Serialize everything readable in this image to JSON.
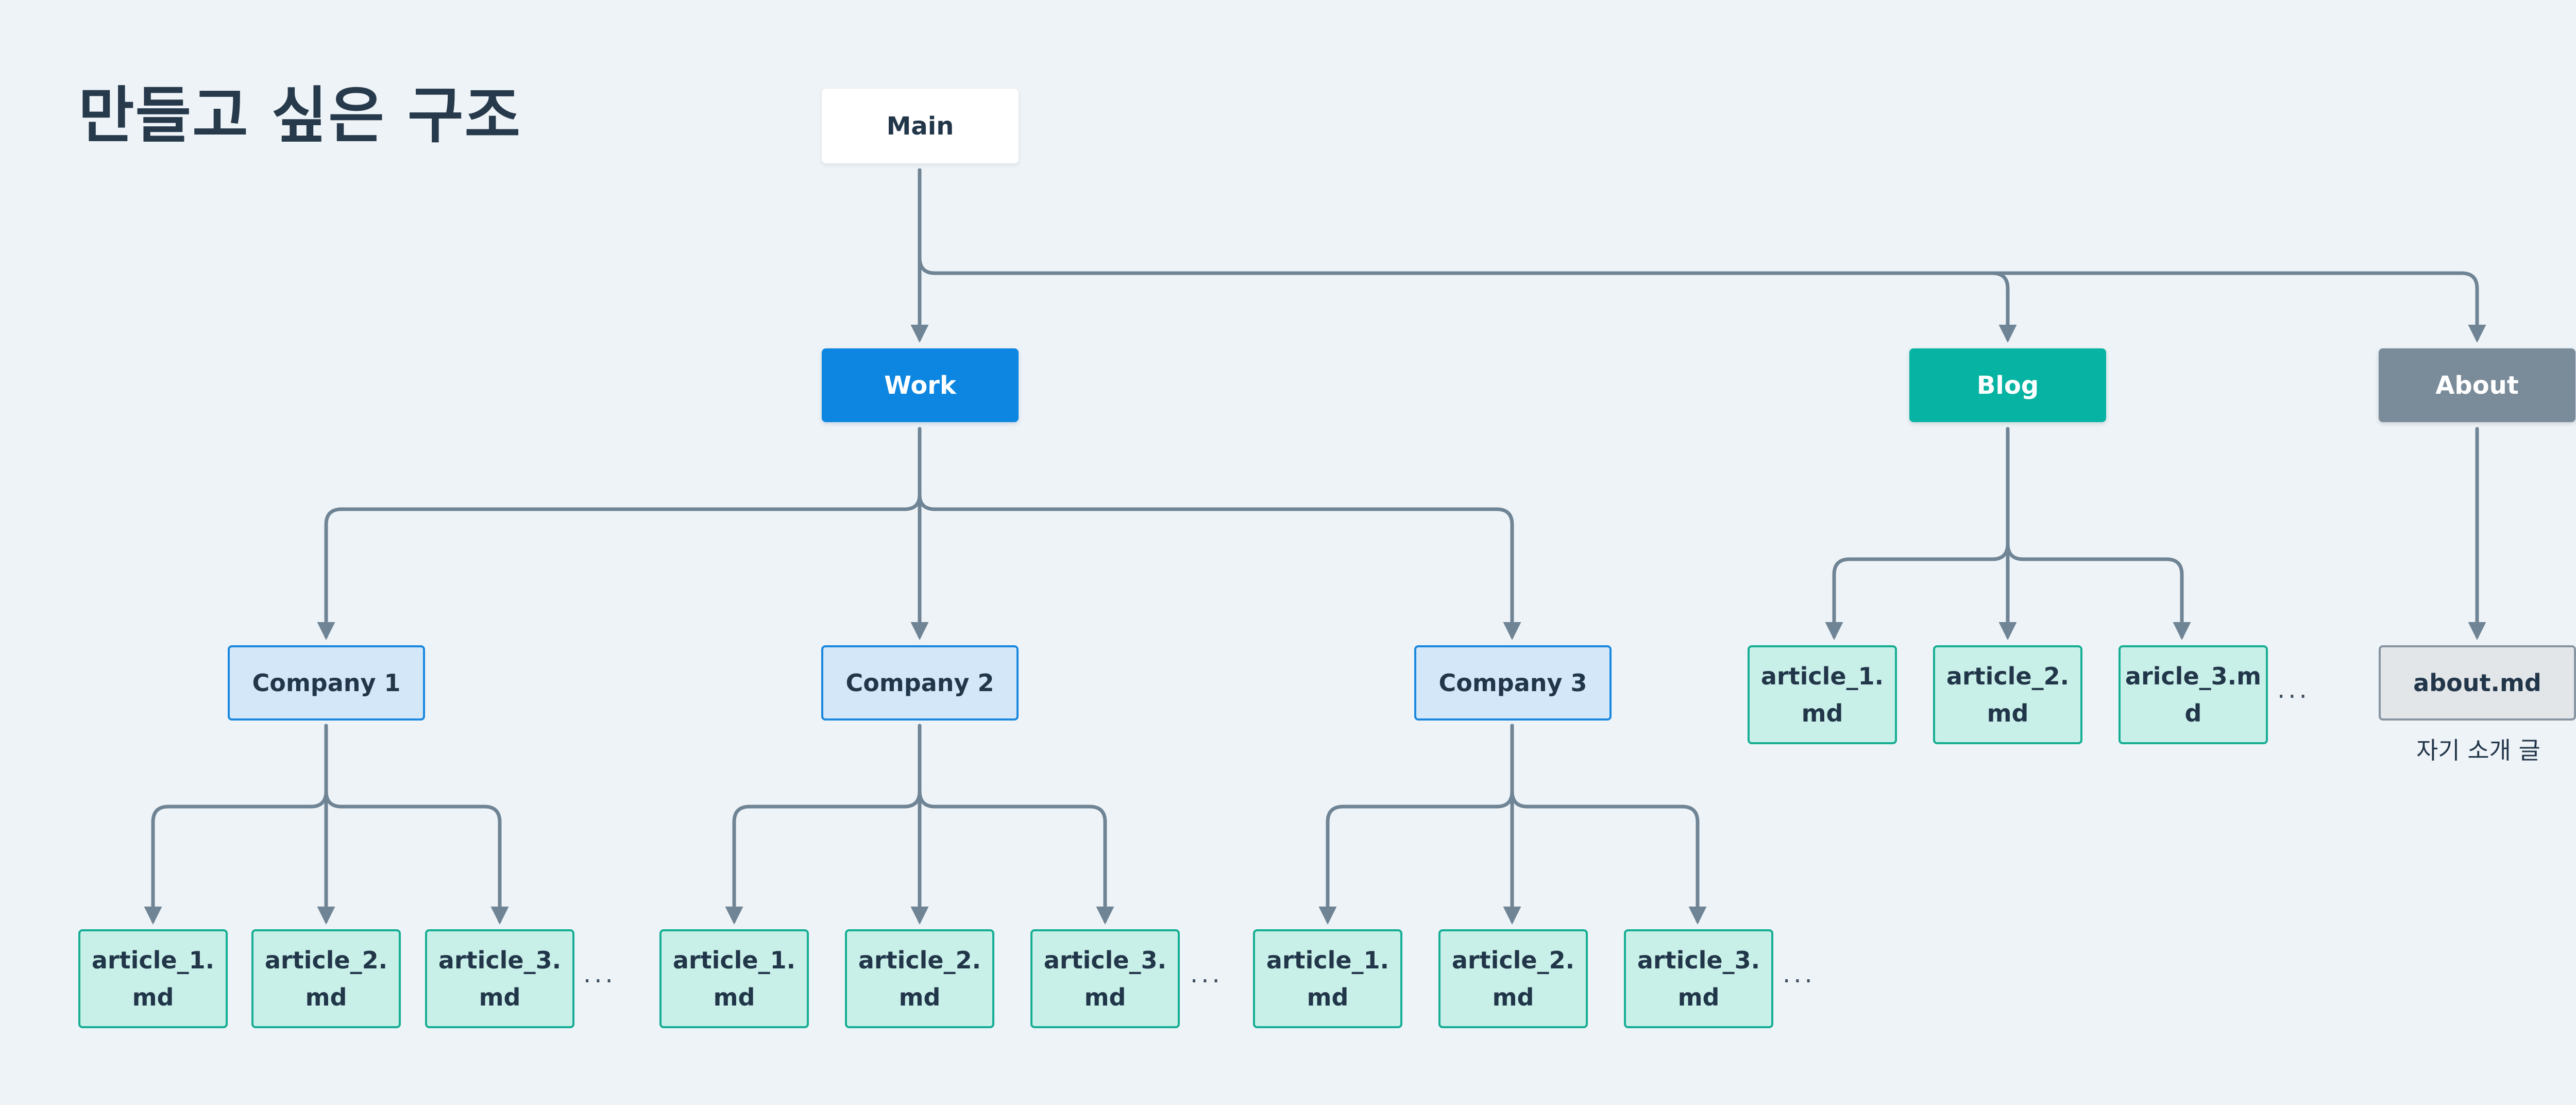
{
  "title": "만들고 싶은 구조",
  "colors": {
    "background": "#eef3f7",
    "connector": "#6f8495",
    "work": "#0c86e0",
    "blog": "#07b3a2",
    "about": "#7a8b9a",
    "company_fill": "#d4e7f8",
    "article_fill": "#c9f0e8"
  },
  "nodes": {
    "main": "Main",
    "work": "Work",
    "blog": "Blog",
    "about": "About",
    "companies": [
      "Company 1",
      "Company 2",
      "Company 3"
    ],
    "company_articles": [
      [
        "article_1.md",
        "article_2.md",
        "article_3.md"
      ],
      [
        "article_1.md",
        "article_2.md",
        "article_3.md"
      ],
      [
        "article_1.md",
        "article_2.md",
        "article_3.md"
      ]
    ],
    "blog_articles": [
      "article_1.md",
      "article_2.md",
      "aricle_3.md"
    ],
    "about_file": "about.md",
    "about_caption": "자기 소개 글"
  },
  "ellipsis": "..."
}
